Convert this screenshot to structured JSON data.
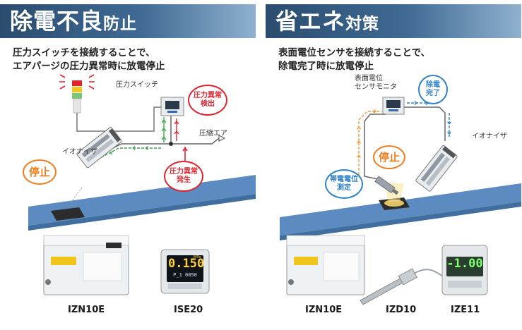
{
  "left": {
    "title_main": "除電不良",
    "title_small": "防止",
    "lead_line1": "圧力スイッチを接続することで、",
    "lead_line2": "エアパージの圧力異常時に放電停止",
    "label_pressure_switch": "圧力スイッチ",
    "label_compressed_air": "圧縮エア",
    "label_ionizer": "イオナイザ",
    "bubble_detect_line1": "圧力異常",
    "bubble_detect_line2": "検出",
    "bubble_occur_line1": "圧力異常",
    "bubble_occur_line2": "発生",
    "bubble_stop": "停止",
    "product1": "IZN10E",
    "product2": "ISE20",
    "display_top": "0.150",
    "display_unit": "MPa",
    "display_bottom": "P_1 0050"
  },
  "right": {
    "title_main": "省エネ",
    "title_small": "対策",
    "lead_line1": "表面電位センサを接続することで、",
    "lead_line2": "除電完了時に放電停止",
    "label_sensor_monitor_line1": "表面電位",
    "label_sensor_monitor_line2": "センサモニタ",
    "label_ionizer": "イオナイザ",
    "bubble_done_line1": "除電",
    "bubble_done_line2": "完了",
    "bubble_stop": "停止",
    "bubble_measure_line1": "帯電電位",
    "bubble_measure_line2": "測定",
    "product1": "IZN10E",
    "product2": "IZD10",
    "product3": "IZE11",
    "display_value": "-1.00"
  },
  "colors": {
    "banner_dark": "#2a4c6f",
    "banner_light": "#8fb1cf",
    "conveyor": "#5b8bc0",
    "alert_red": "#e0242f",
    "stop_orange": "#ee7d1f",
    "signal_blue": "#2e82c6",
    "air_green": "#3aa64a"
  },
  "icons": [
    "signal-tower-icon",
    "ionizer-icon",
    "pressure-switch-icon",
    "sensor-monitor-icon",
    "sensor-probe-icon",
    "workpiece-icon"
  ]
}
